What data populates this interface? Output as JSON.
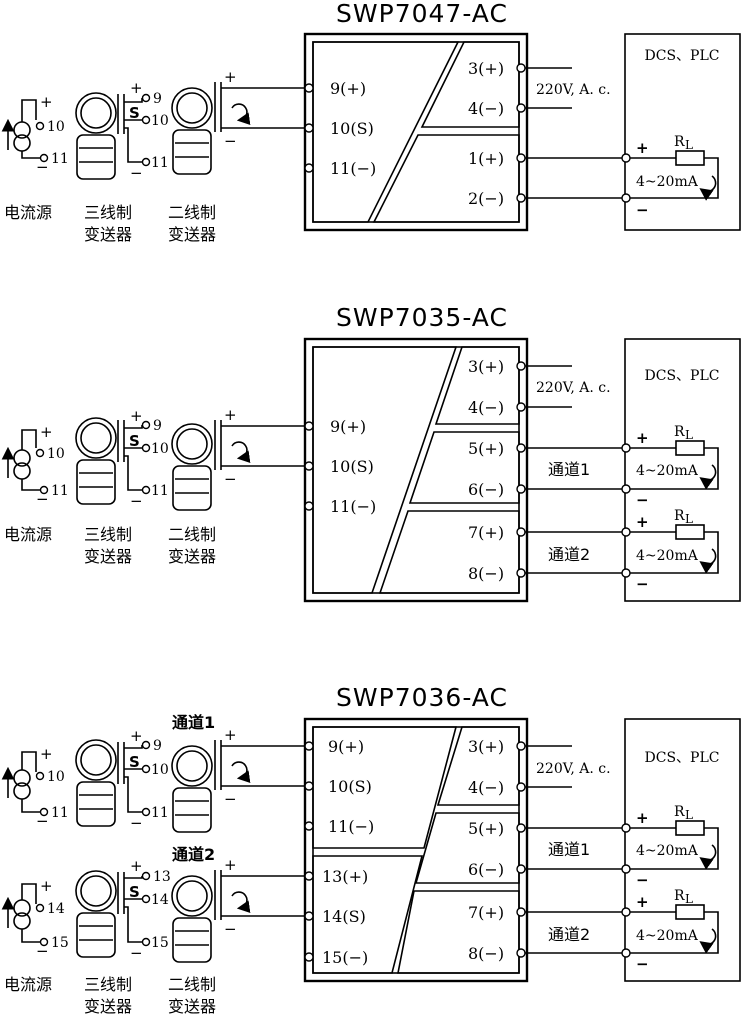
{
  "labels": {
    "current_source": "电流源",
    "three_wire_1": "三线制",
    "three_wire_2": "变送器",
    "two_wire_1": "二线制",
    "two_wire_2": "变送器",
    "ac_supply": "220V, A. c.",
    "dcs_plc": "DCS、PLC",
    "loop_current": "4~20mA",
    "load_resistor": "R",
    "load_sub": "L",
    "plus": "+",
    "minus": "−",
    "s": "S",
    "channel_1": "通道1",
    "channel_2": "通道2"
  },
  "diagrams": [
    {
      "title": "SWP7047-AC",
      "inputs": [
        "9(+)",
        "10(S)",
        "11(−)"
      ],
      "outputs": [
        "3(+)",
        "4(−)",
        "1(+)",
        "2(−)"
      ],
      "terminals": [
        "10",
        "11",
        "9",
        "10",
        "11"
      ]
    },
    {
      "title": "SWP7035-AC",
      "inputs": [
        "9(+)",
        "10(S)",
        "11(−)"
      ],
      "outputs": [
        "3(+)",
        "4(−)",
        "5(+)",
        "6(−)",
        "7(+)",
        "8(−)"
      ],
      "terminals": [
        "10",
        "11",
        "9",
        "10",
        "11"
      ]
    },
    {
      "title": "SWP7036-AC",
      "inputs": [
        "9(+)",
        "10(S)",
        "11(−)",
        "13(+)",
        "14(S)",
        "15(−)"
      ],
      "outputs": [
        "3(+)",
        "4(−)",
        "5(+)",
        "6(−)",
        "7(+)",
        "8(−)"
      ],
      "terminals": [
        "10",
        "11",
        "9",
        "10",
        "11",
        "14",
        "15",
        "13",
        "14",
        "15"
      ]
    }
  ]
}
